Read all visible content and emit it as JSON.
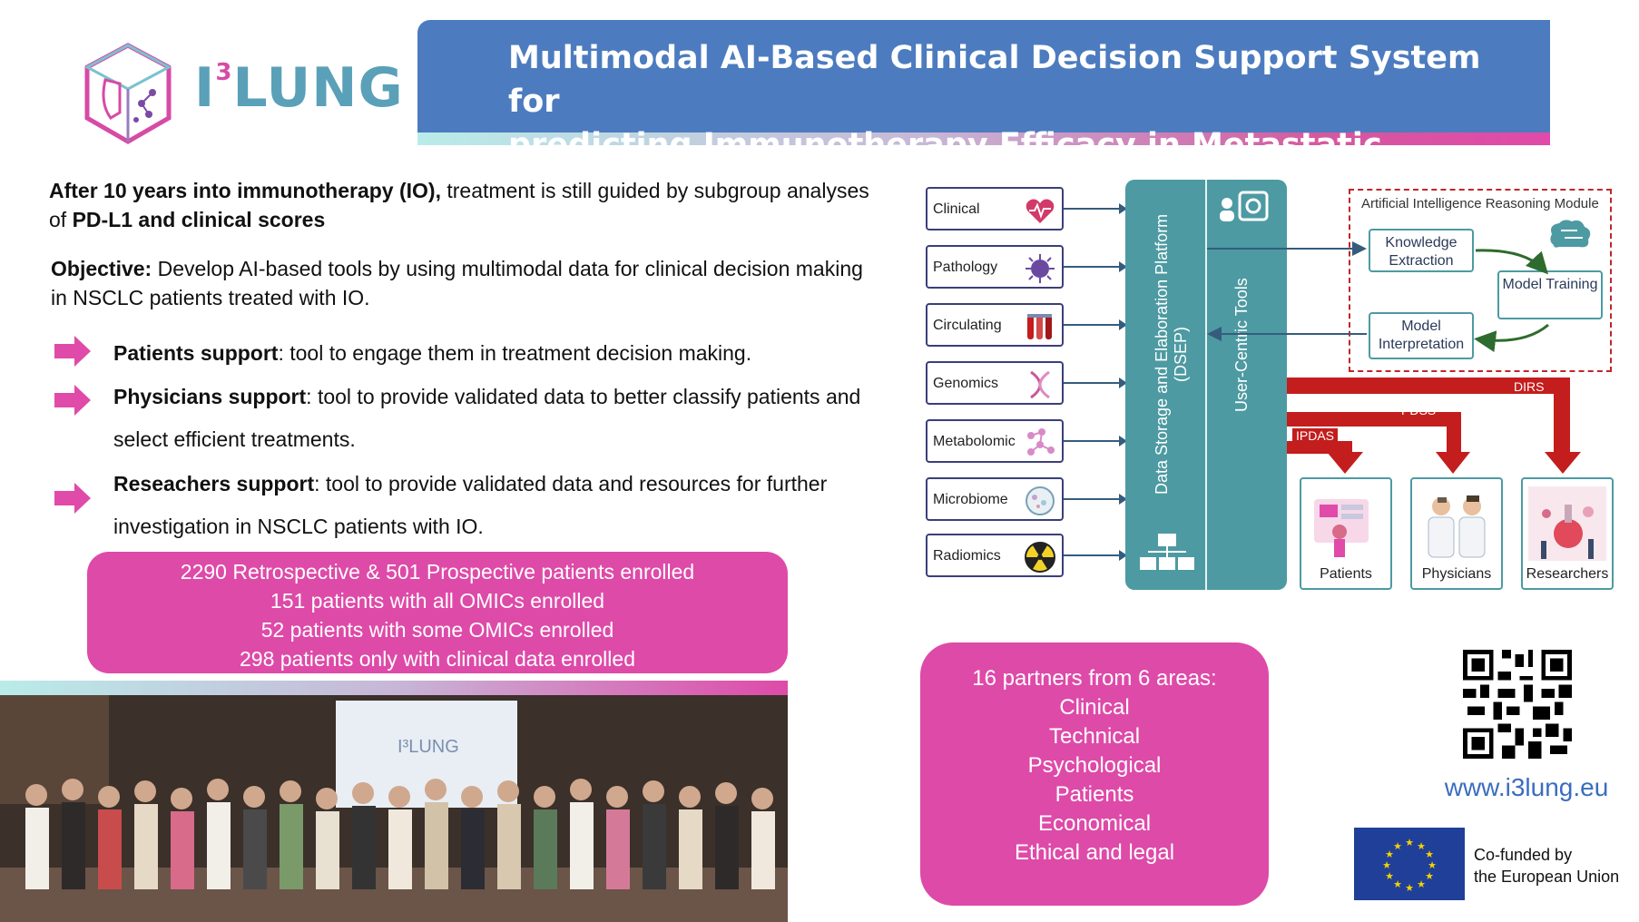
{
  "header": {
    "logo_text": "LUNG",
    "logo_prefix": "I",
    "logo_sup": "3",
    "title_line1": "Multimodal AI-Based Clinical Decision Support System for",
    "title_line2": "predicting  Immunotherapy Efficacy in Metastatic NSCLC"
  },
  "intro": {
    "bold1": "After 10 years into immunotherapy (IO),",
    "text1": " treatment is still guided by subgroup analyses of ",
    "bold2": "PD-L1 and clinical scores"
  },
  "objective": {
    "label": "Objective:",
    "text": " Develop AI-based tools by using multimodal data for clinical decision making in NSCLC patients treated with IO."
  },
  "bullets": [
    {
      "label": "Patients support",
      "text": ": tool to engage them in treatment decision making."
    },
    {
      "label": "Physicians support",
      "text": ": tool to provide validated data to better classify patients and select efficient treatments."
    },
    {
      "label": "Reseachers support",
      "text": ":  tool to provide validated data and resources for further investigation in NSCLC patients with IO."
    }
  ],
  "stats": [
    "2290 Retrospective & 501 Prospective patients enrolled",
    "151 patients with all OMICs enrolled",
    "52 patients with some OMICs  enrolled",
    "298 patients only with clinical data enrolled"
  ],
  "photo": {
    "screen_text": "I³LUNG"
  },
  "diagram": {
    "sources": [
      "Clinical",
      "Pathology",
      "Circulating",
      "Genomics",
      "Metabolomic",
      "Microbiome",
      "Radiomics"
    ],
    "platform": "Data Storage and Elaboration Platform (DSEP)",
    "tools": "User-Centric Tools",
    "ai_module": "Artificial Intelligence Reasoning Module",
    "knowledge": "Knowledge Extraction",
    "training": "Model Training",
    "interpretation": "Model Interpretation",
    "flows": [
      "IPDAS",
      "PDSS",
      "DIRS"
    ],
    "outputs": [
      "Patients",
      "Physicians",
      "Researchers"
    ]
  },
  "partners": {
    "heading": "16 partners from 6 areas:",
    "areas": [
      "Clinical",
      "Technical",
      "Psychological",
      "Patients",
      "Economical",
      "Ethical and legal"
    ]
  },
  "url": "www.i3lung.eu",
  "eu": {
    "line1": "Co-funded by",
    "line2": "the European Union"
  },
  "colors": {
    "title_blue": "#4c7cbf",
    "pink": "#de4aa8",
    "teal": "#4d9aa2",
    "red": "#c41d1d"
  }
}
